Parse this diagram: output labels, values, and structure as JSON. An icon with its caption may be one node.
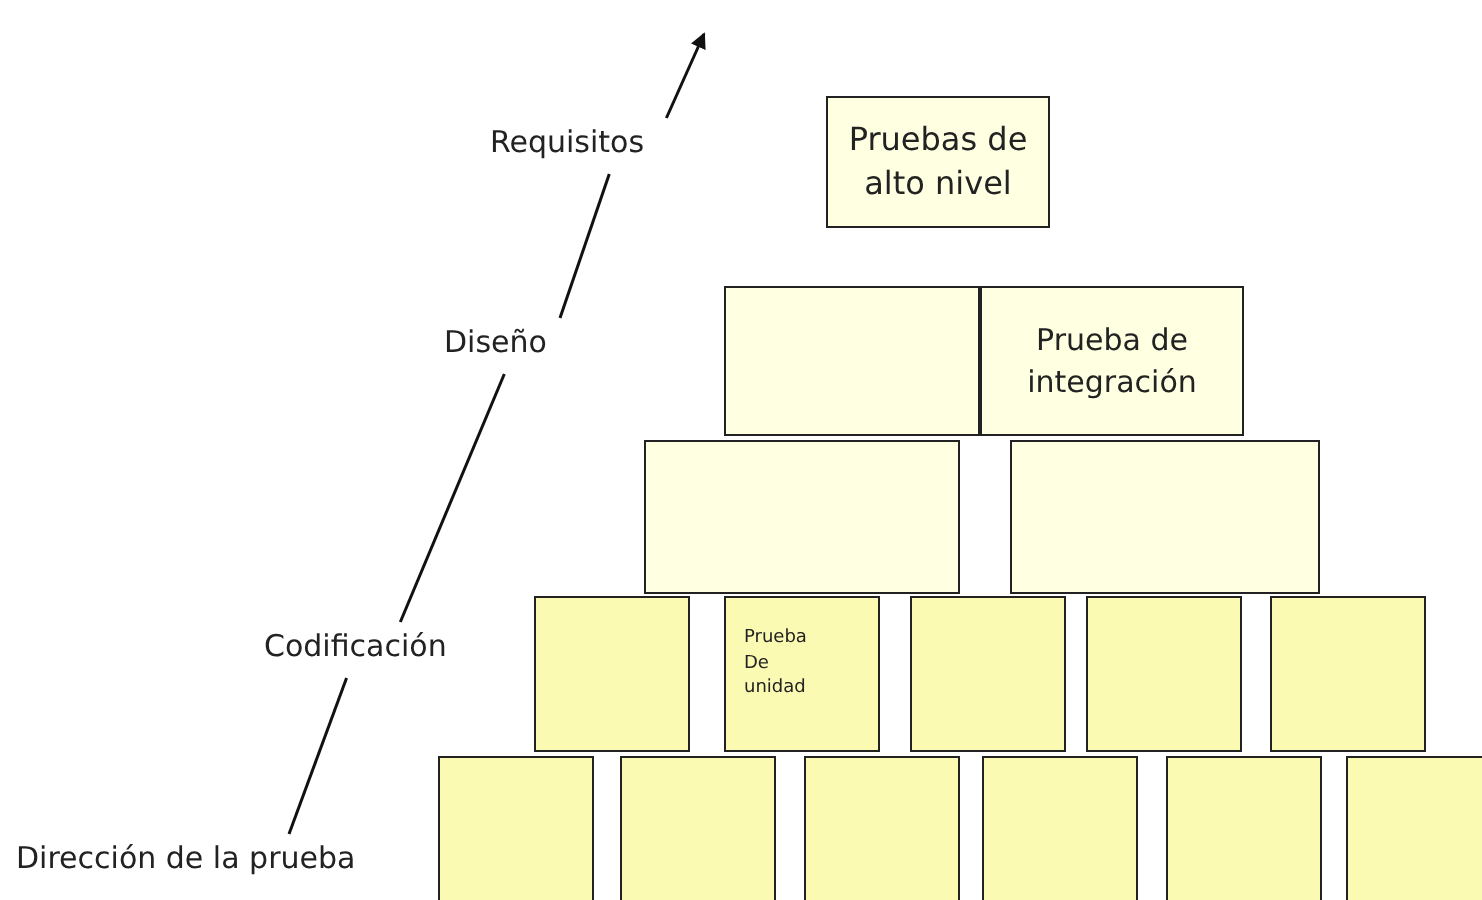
{
  "diagram": {
    "nodes": [
      {
        "text": [
          "Pruebas de alto nivel"
        ]
      },
      {
        "text": [],
        "shape": "box"
      },
      {
        "text": [
          "Prueba de integración"
        ]
      },
      {
        "text": [],
        "shape": "box"
      },
      {
        "text": [],
        "shape": "box"
      },
      {
        "text": [],
        "shape": "box"
      },
      {
        "text": [
          "Prueba De unidad"
        ]
      },
      {
        "text": [],
        "shape": "box"
      },
      {
        "text": [],
        "shape": "box"
      },
      {
        "text": [],
        "shape": "box"
      },
      {
        "text": [],
        "shape": "box"
      },
      {
        "text": [],
        "shape": "box"
      },
      {
        "text": [],
        "shape": "box"
      },
      {
        "text": [],
        "shape": "box"
      },
      {
        "text": [],
        "shape": "box"
      },
      {
        "text": [],
        "shape": "box"
      },
      {
        "text": [
          "Requisitos"
        ]
      },
      {
        "text": [
          "Diseño"
        ]
      },
      {
        "text": [
          "Codificación"
        ]
      },
      {
        "text": [
          "Dirección de la prueba"
        ]
      }
    ],
    "edges": [
      {
        "from": 19,
        "to": 18,
        "arrow": "none"
      },
      {
        "from": 18,
        "to": 17,
        "arrow": "none"
      },
      {
        "from": 17,
        "to": 16,
        "arrow": "none"
      },
      {
        "from": 16,
        "to": null,
        "arrow": "to"
      }
    ]
  }
}
